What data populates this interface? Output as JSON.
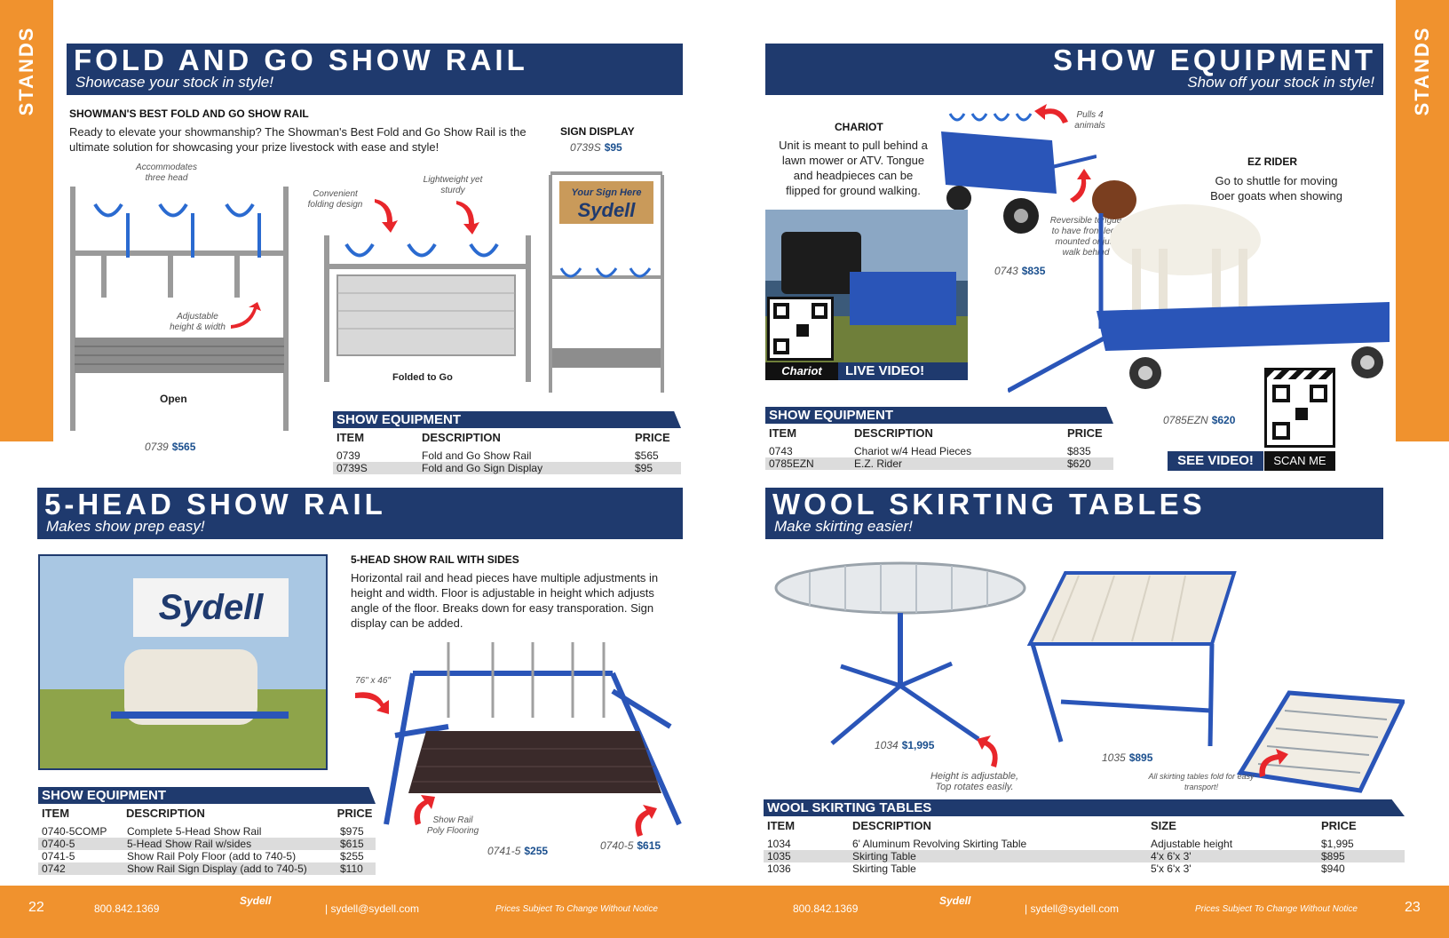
{
  "side_tabs": {
    "left": "STANDS",
    "right": "STANDS"
  },
  "fold": {
    "title": "FOLD AND GO SHOW RAIL",
    "subtitle": "Showcase your stock in style!",
    "product_heading": "SHOWMAN'S BEST FOLD AND GO SHOW RAIL",
    "description": "Ready to elevate your showmanship? The Showman's Best Fold and Go Show Rail is the ultimate solution for showcasing your prize livestock with ease and style!",
    "sign_heading": "SIGN DISPLAY",
    "sign_code": "0739S",
    "sign_price": "$95",
    "captions": {
      "heads": "Accommodates three head",
      "adjust": "Adjustable height & width",
      "folding": "Convenient folding design",
      "light": "Lightweight yet sturdy"
    },
    "labels": {
      "open": "Open",
      "folded": "Folded to Go"
    },
    "sign_text": {
      "line1": "Your Sign Here",
      "line2": "Sydell"
    },
    "item_code": "0739",
    "item_price": "$565",
    "table": {
      "title": "SHOW EQUIPMENT",
      "columns": [
        "ITEM",
        "DESCRIPTION",
        "PRICE"
      ],
      "rows": [
        [
          "0739",
          "Fold and Go Show Rail",
          "$565"
        ],
        [
          "0739S",
          "Fold and Go Sign Display",
          "$95"
        ]
      ]
    }
  },
  "show": {
    "title": "SHOW EQUIPMENT",
    "subtitle": "Show off your stock in style!",
    "chariot_heading": "CHARIOT",
    "chariot_desc": "Unit is meant to pull behind a lawn mower or ATV. Tongue and headpieces can be flipped for ground walking.",
    "pulls": "Pulls 4 animals",
    "reversible": "Reversible tongue to have front legs mounted or just walk behind",
    "chariot_code": "0743",
    "chariot_price": "$835",
    "video": {
      "brand": "Chariot",
      "label": "LIVE VIDEO!"
    },
    "ez_heading": "EZ RIDER",
    "ez_desc": "Go to shuttle for moving Boer goats when showing",
    "ez_code": "0785EZN",
    "ez_price": "$620",
    "see_video": "SEE VIDEO!",
    "scan_me": "SCAN ME",
    "table": {
      "title": "SHOW EQUIPMENT",
      "columns": [
        "ITEM",
        "DESCRIPTION",
        "PRICE"
      ],
      "rows": [
        [
          "0743",
          "Chariot w/4 Head Pieces",
          "$835"
        ],
        [
          "0785EZN",
          "E.Z. Rider",
          "$620"
        ]
      ]
    }
  },
  "five": {
    "title": "5-HEAD SHOW RAIL",
    "subtitle": "Makes show prep easy!",
    "heading": "5-HEAD SHOW RAIL WITH SIDES",
    "description": "Horizontal rail and head pieces have multiple adjustments in height and width. Floor is adjustable in height which adjusts angle of the floor. Breaks down for easy transporation. Sign display can be added.",
    "banner_text": "Sydell",
    "dims": "76\" x 46\"",
    "floor_caption": "Show Rail Poly Flooring",
    "code1": "0741-5",
    "price1": "$255",
    "code2": "0740-5",
    "price2": "$615",
    "table": {
      "title": "SHOW EQUIPMENT",
      "columns": [
        "ITEM",
        "DESCRIPTION",
        "PRICE"
      ],
      "rows": [
        [
          "0740-5COMP",
          "Complete 5-Head Show Rail",
          "$975"
        ],
        [
          "0740-5",
          "5-Head Show Rail w/sides",
          "$615"
        ],
        [
          "0741-5",
          "Show Rail Poly Floor (add to 740-5)",
          "$255"
        ],
        [
          "0742",
          "Show Rail Sign Display (add to 740-5)",
          "$110"
        ]
      ]
    }
  },
  "wool": {
    "title": "WOOL SKIRTING TABLES",
    "subtitle": "Make skirting easier!",
    "code1": "1034",
    "price1": "$1,995",
    "code2": "1035",
    "price2": "$895",
    "height_caption": "Height is adjustable, Top rotates easily.",
    "fold_caption": "All skirting tables fold for easy transport!",
    "table": {
      "title": "WOOL SKIRTING TABLES",
      "columns": [
        "ITEM",
        "DESCRIPTION",
        "SIZE",
        "PRICE"
      ],
      "rows": [
        [
          "1034",
          "6' Aluminum Revolving Skirting Table",
          "Adjustable height",
          "$1,995"
        ],
        [
          "1035",
          "Skirting Table",
          "4'x 6'x 3'",
          "$895"
        ],
        [
          "1036",
          "Skirting Table",
          "5'x 6'x 3'",
          "$940"
        ]
      ]
    }
  },
  "footer": {
    "page_left": "22",
    "page_right": "23",
    "phone": "800.842.1369",
    "logo": "Sydell",
    "email": "| sydell@sydell.com",
    "notice": "Prices Subject To Change Without Notice"
  },
  "colors": {
    "navy": "#1f3a6e",
    "orange": "#f0922e",
    "blue": "#2a55b8",
    "price": "#1a4f8e",
    "arrow": "#e8262b"
  }
}
